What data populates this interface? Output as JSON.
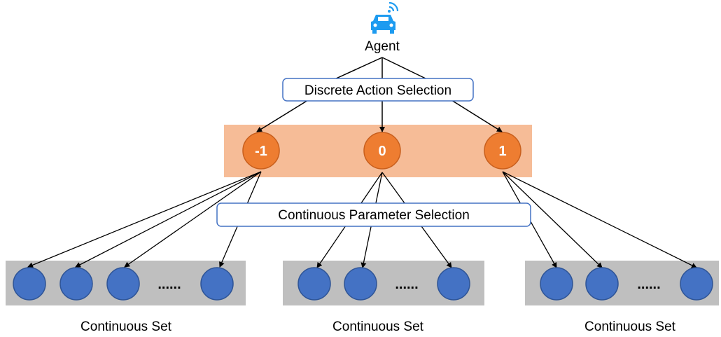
{
  "agent": {
    "label": "Agent",
    "icon": "connected-car-icon",
    "icon_color": "#1d9bf0"
  },
  "discrete_box": {
    "label": "Discrete Action Selection"
  },
  "continuous_box": {
    "label": "Continuous Parameter Selection"
  },
  "discrete_actions": [
    {
      "label": "-1"
    },
    {
      "label": "0"
    },
    {
      "label": "1"
    }
  ],
  "continuous_sets": [
    {
      "label": "Continuous Set",
      "ellipsis": "......"
    },
    {
      "label": "Continuous Set",
      "ellipsis": "......"
    },
    {
      "label": "Continuous Set",
      "ellipsis": "......"
    }
  ],
  "colors": {
    "action_band": "#f6bc97",
    "action_node": "#ee7d31",
    "action_node_border": "#c85f1d",
    "set_band": "#bfbfbf",
    "param_node": "#4472c4",
    "param_node_border": "#2f5597",
    "box_border": "#4472c4",
    "arrow": "#000000"
  }
}
